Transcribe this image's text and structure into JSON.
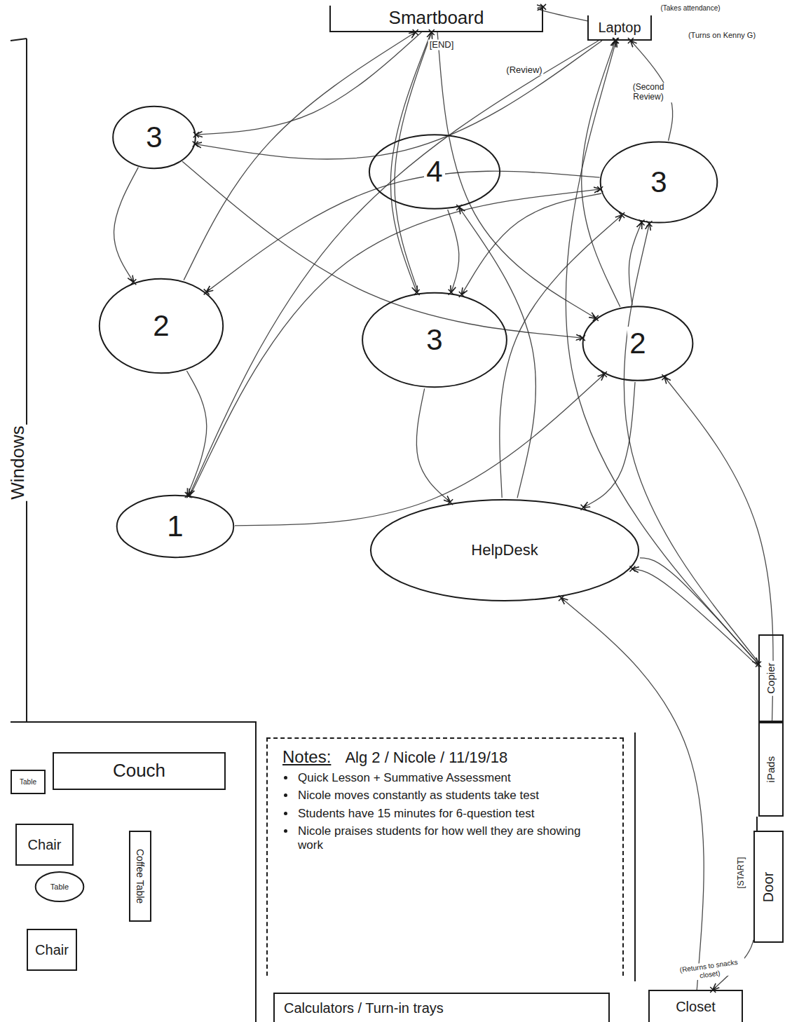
{
  "diagram": {
    "nodes": [
      {
        "text": [
          "Smartboard"
        ]
      },
      {
        "text": [
          "Laptop"
        ]
      },
      {
        "text": [
          "3"
        ]
      },
      {
        "text": [
          "4"
        ]
      },
      {
        "text": [
          "3"
        ]
      },
      {
        "text": [
          "2"
        ]
      },
      {
        "text": [
          "3"
        ]
      },
      {
        "text": [
          "2"
        ]
      },
      {
        "text": [
          "1"
        ]
      },
      {
        "text": [
          "HelpDesk"
        ]
      },
      {
        "text": [
          "Copier"
        ]
      },
      {
        "text": [
          "iPads"
        ]
      },
      {
        "text": [
          "Table"
        ]
      },
      {
        "text": [
          "Couch"
        ]
      },
      {
        "text": [
          "Chair"
        ]
      },
      {
        "text": [
          "Table"
        ]
      },
      {
        "text": [
          "Coffee Table"
        ]
      },
      {
        "text": [
          "Notes:",
          "Alg 2 / Nicole / 11/19/18",
          "Quick Lesson + Summative Assessment",
          "Nicole moves constantly as students take test",
          "Students have 15 minutes for 6-question test",
          "Nicole praises students for how well they are showing work"
        ]
      },
      {
        "text": [
          "Door"
        ]
      },
      {
        "text": [
          "Chair"
        ]
      },
      {
        "text": [
          "Calculators / Turn-in trays"
        ]
      },
      {
        "text": [
          "Closet"
        ]
      }
    ],
    "edges": [
      {
        "from": 18,
        "to": 21,
        "arrow": "to"
      },
      {
        "from": 21,
        "to": 9,
        "arrow": "to"
      },
      {
        "from": 9,
        "to": 10,
        "arrow": "to"
      },
      {
        "from": 10,
        "to": 9,
        "arrow": "to"
      },
      {
        "from": 10,
        "to": 1,
        "arrow": "to"
      },
      {
        "from": 1,
        "to": 0,
        "arrow": "to"
      },
      {
        "from": 0,
        "to": 2,
        "arrow": "to"
      },
      {
        "from": 2,
        "to": 5,
        "arrow": "to"
      },
      {
        "from": 5,
        "to": 8,
        "arrow": "to"
      },
      {
        "from": 8,
        "to": 7,
        "arrow": "to"
      },
      {
        "from": 7,
        "to": 4,
        "arrow": "to"
      },
      {
        "from": 4,
        "to": 1,
        "arrow": "to"
      },
      {
        "from": 1,
        "to": 2,
        "arrow": "to"
      },
      {
        "from": 2,
        "to": 7,
        "arrow": "to"
      },
      {
        "from": 7,
        "to": 9,
        "arrow": "to"
      },
      {
        "from": 9,
        "to": 3,
        "arrow": "to"
      },
      {
        "from": 3,
        "to": 6,
        "arrow": "to"
      },
      {
        "from": 6,
        "to": 9,
        "arrow": "to"
      },
      {
        "from": 9,
        "to": 4,
        "arrow": "to"
      },
      {
        "from": 4,
        "to": 5,
        "arrow": "to"
      },
      {
        "from": 5,
        "to": 0,
        "arrow": "to"
      },
      {
        "from": 0,
        "to": 7,
        "arrow": "to"
      },
      {
        "from": 7,
        "to": 1,
        "arrow": "to"
      },
      {
        "from": 1,
        "to": 8,
        "arrow": "to"
      },
      {
        "from": 8,
        "to": 4,
        "arrow": "to"
      },
      {
        "from": 4,
        "to": 6,
        "arrow": "to"
      },
      {
        "from": 6,
        "to": 0,
        "arrow": "to"
      },
      {
        "from": 11,
        "to": 7,
        "arrow": "to"
      },
      {
        "from": 10,
        "to": 4,
        "arrow": "to"
      },
      {
        "from": 0,
        "to": 6,
        "arrow": "to"
      }
    ],
    "labels": [
      "Windows",
      "[END]",
      "(Review)",
      "(Takes attendance)",
      "(Turns on Kenny G)",
      "(Second Review)",
      "[START]",
      "(Returns to snacks closet)"
    ]
  }
}
